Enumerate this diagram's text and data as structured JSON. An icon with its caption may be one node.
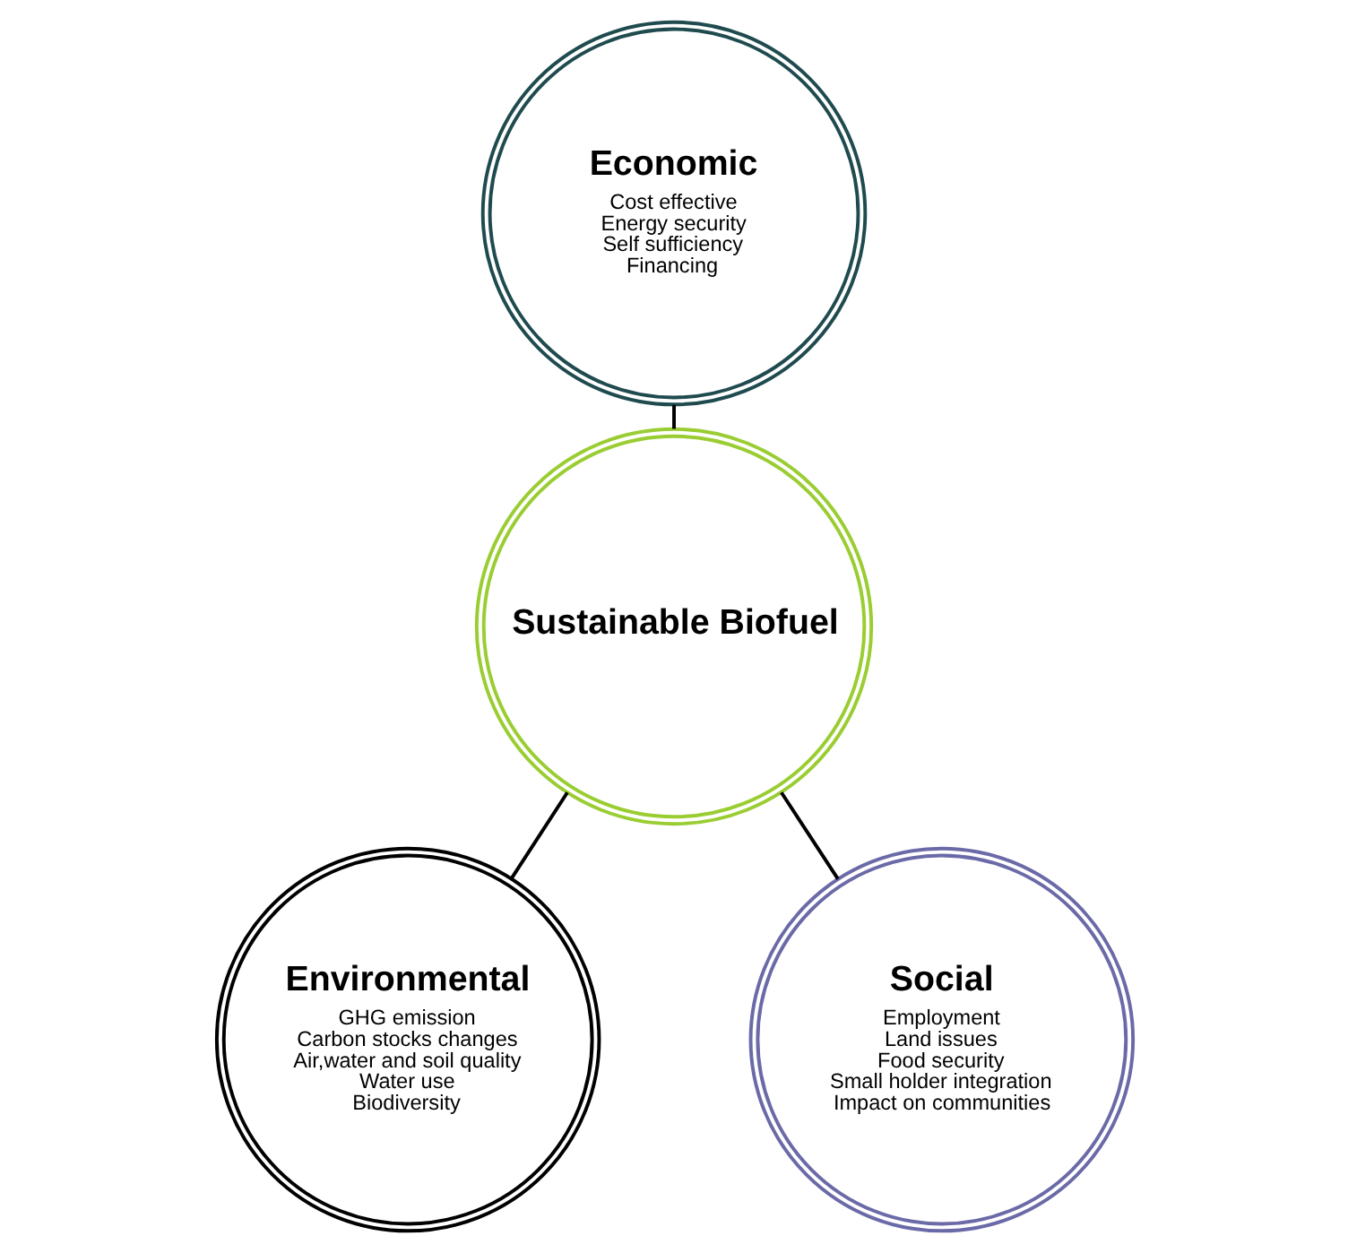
{
  "diagram": {
    "nodes": [
      {
        "text": [
          "Economic",
          "Cost effective",
          "Energy security",
          "Self sufficiency",
          "Financing"
        ]
      },
      {
        "text": [
          "Sustainable Biofuel"
        ]
      },
      {
        "text": [
          "Environmental",
          "GHG emission",
          "Carbon stocks changes",
          "Air,water and soil quality",
          "Water use",
          "Biodiversity"
        ]
      },
      {
        "text": [
          "Social",
          "Employment",
          "Land issues",
          "Food security",
          "Small holder integration",
          "Impact on communities"
        ]
      }
    ],
    "edges": [
      {
        "from": 0,
        "to": 1,
        "arrow": "none"
      },
      {
        "from": 1,
        "to": 2,
        "arrow": "none"
      },
      {
        "from": 1,
        "to": 3,
        "arrow": "none"
      }
    ]
  }
}
